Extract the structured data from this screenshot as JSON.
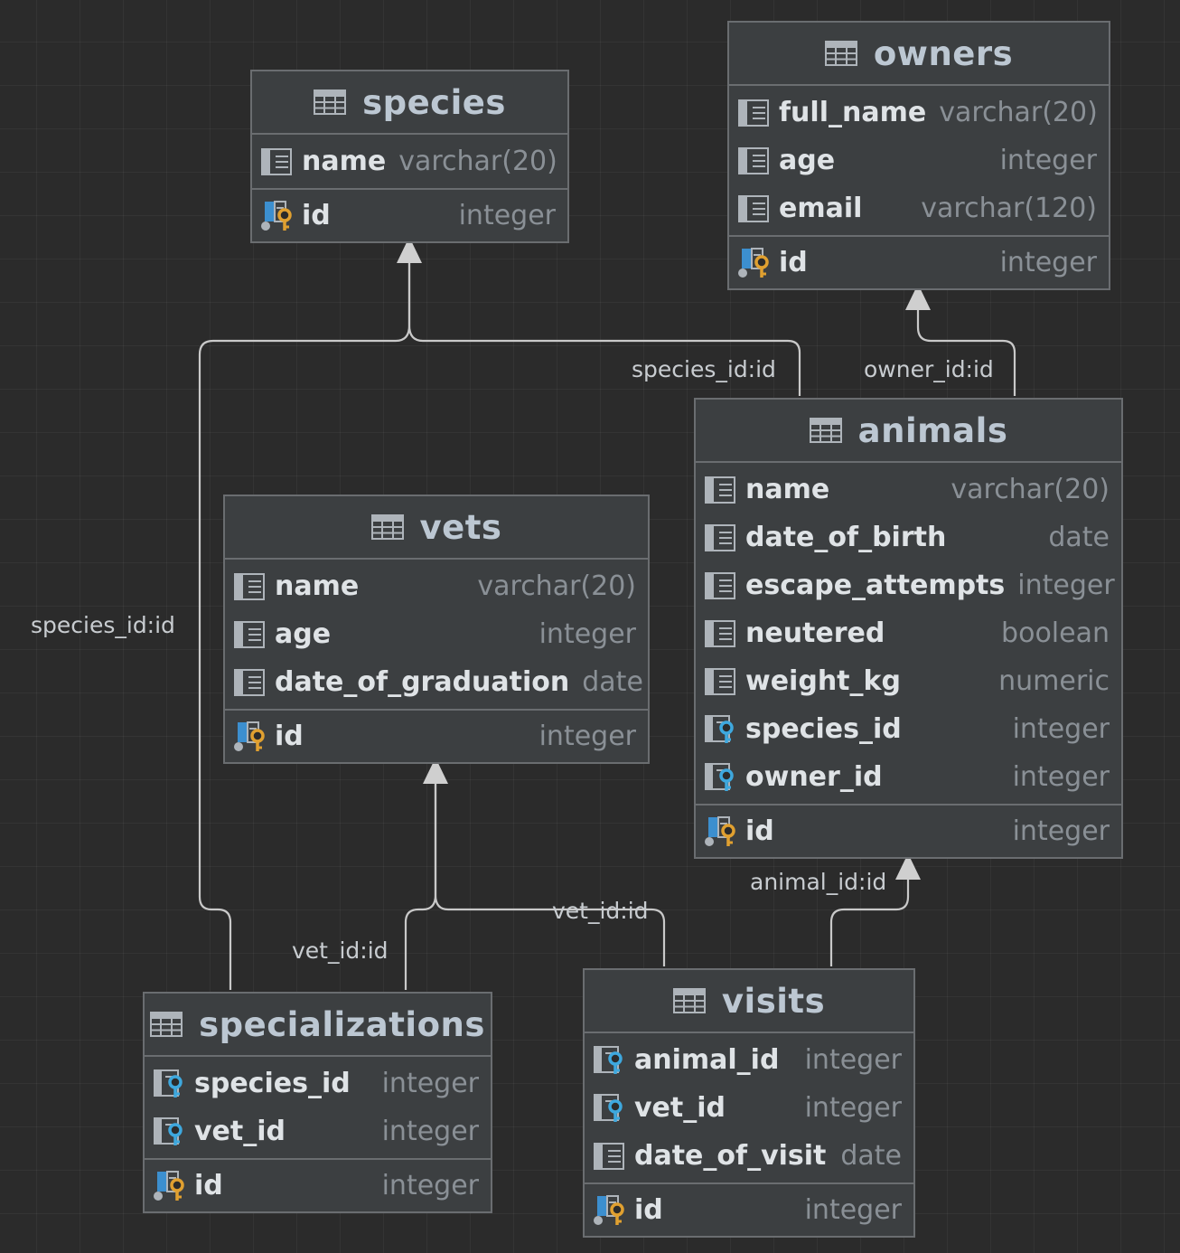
{
  "tables": {
    "species": {
      "name": "species",
      "columns": [
        {
          "name": "name",
          "type": "varchar(20)",
          "kind": "column"
        }
      ],
      "pk": {
        "name": "id",
        "type": "integer",
        "kind": "pk"
      }
    },
    "owners": {
      "name": "owners",
      "columns": [
        {
          "name": "full_name",
          "type": "varchar(20)",
          "kind": "column"
        },
        {
          "name": "age",
          "type": "integer",
          "kind": "column"
        },
        {
          "name": "email",
          "type": "varchar(120)",
          "kind": "column"
        }
      ],
      "pk": {
        "name": "id",
        "type": "integer",
        "kind": "pk"
      }
    },
    "animals": {
      "name": "animals",
      "columns": [
        {
          "name": "name",
          "type": "varchar(20)",
          "kind": "column"
        },
        {
          "name": "date_of_birth",
          "type": "date",
          "kind": "column"
        },
        {
          "name": "escape_attempts",
          "type": "integer",
          "kind": "column"
        },
        {
          "name": "neutered",
          "type": "boolean",
          "kind": "column"
        },
        {
          "name": "weight_kg",
          "type": "numeric",
          "kind": "column"
        },
        {
          "name": "species_id",
          "type": "integer",
          "kind": "fk"
        },
        {
          "name": "owner_id",
          "type": "integer",
          "kind": "fk"
        }
      ],
      "pk": {
        "name": "id",
        "type": "integer",
        "kind": "pk"
      }
    },
    "vets": {
      "name": "vets",
      "columns": [
        {
          "name": "name",
          "type": "varchar(20)",
          "kind": "column"
        },
        {
          "name": "age",
          "type": "integer",
          "kind": "column"
        },
        {
          "name": "date_of_graduation",
          "type": "date",
          "kind": "column"
        }
      ],
      "pk": {
        "name": "id",
        "type": "integer",
        "kind": "pk"
      }
    },
    "specializations": {
      "name": "specializations",
      "columns": [
        {
          "name": "species_id",
          "type": "integer",
          "kind": "fk"
        },
        {
          "name": "vet_id",
          "type": "integer",
          "kind": "fk"
        }
      ],
      "pk": {
        "name": "id",
        "type": "integer",
        "kind": "pk"
      }
    },
    "visits": {
      "name": "visits",
      "columns": [
        {
          "name": "animal_id",
          "type": "integer",
          "kind": "fk"
        },
        {
          "name": "vet_id",
          "type": "integer",
          "kind": "fk"
        },
        {
          "name": "date_of_visit",
          "type": "date",
          "kind": "column"
        }
      ],
      "pk": {
        "name": "id",
        "type": "integer",
        "kind": "pk"
      }
    }
  },
  "relations": [
    {
      "from": "animals",
      "to": "species",
      "label": "species_id:id"
    },
    {
      "from": "animals",
      "to": "owners",
      "label": "owner_id:id"
    },
    {
      "from": "specializations",
      "to": "species",
      "label": "species_id:id"
    },
    {
      "from": "specializations",
      "to": "vets",
      "label": "vet_id:id"
    },
    {
      "from": "visits",
      "to": "vets",
      "label": "vet_id:id"
    },
    {
      "from": "visits",
      "to": "animals",
      "label": "animal_id:id"
    }
  ],
  "colors": {
    "background": "#2b2b2b",
    "table_fill": "#3c3f41",
    "table_border": "#6a6d70",
    "table_title": "#bcc7d2",
    "column_name": "#dfe3e6",
    "column_type": "#8a9096",
    "edge": "#c9c9c9",
    "fk_key": "#3ea8de",
    "pk_key": "#e0a030"
  },
  "icons": {
    "table": "table-grid-icon",
    "column": "column-icon",
    "fk": "foreign-key-icon",
    "pk": "primary-key-icon"
  }
}
